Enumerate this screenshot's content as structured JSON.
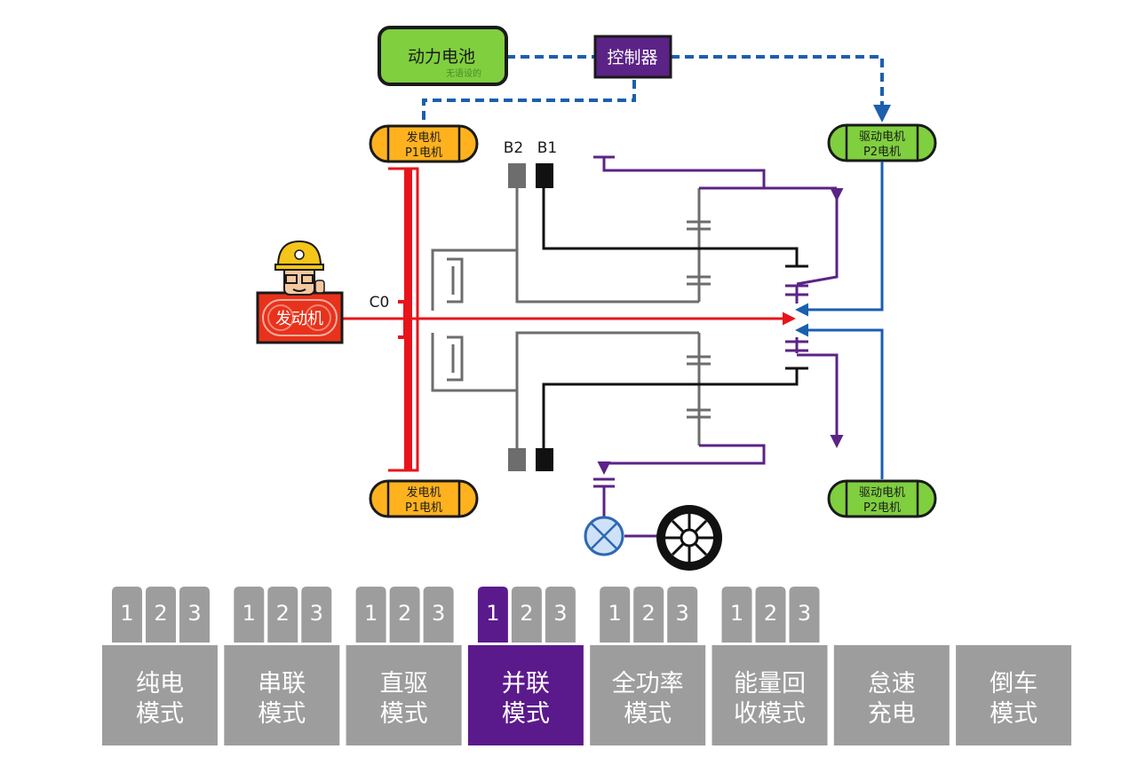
{
  "colors": {
    "engine_shaft": "#e8141b",
    "gray_path": "#6d6d6d",
    "black_path": "#111111",
    "purple_path": "#5b2386",
    "blue_path": "#1b5fae",
    "battery_fill": "#7fcf3f",
    "generator_fill": "#ffb21e",
    "drive_motor_fill": "#7fcf3f",
    "controller_fill": "#5b2386",
    "engine_fill": "#e8321b",
    "tab_inactive": "#9d9d9d",
    "tab_active": "#5b1a8b",
    "tab_text": "#ffffff"
  },
  "diagram": {
    "battery": {
      "label": "动力电池",
      "sublabel": "无语设的"
    },
    "controller": {
      "label": "控制器"
    },
    "generator_top": {
      "line1": "发电机",
      "line2": "P1电机"
    },
    "generator_bottom": {
      "line1": "发电机",
      "line2": "P1电机"
    },
    "drive_motor_top": {
      "line1": "驱动电机",
      "line2": "P2电机"
    },
    "drive_motor_bottom": {
      "line1": "驱动电机",
      "line2": "P2电机"
    },
    "engine": {
      "label": "发动机"
    },
    "clutch_label": "C0",
    "brake_b2_label": "B2",
    "brake_b1_label": "B1",
    "mascot_icon": "hardhat-worker-icon",
    "wheel_icon": "wheel-icon",
    "differential_icon": "differential-icon"
  },
  "modes": [
    {
      "label_line1": "纯电",
      "label_line2": "模式",
      "active": false,
      "subs": [
        {
          "label": "1",
          "active": false
        },
        {
          "label": "2",
          "active": false
        },
        {
          "label": "3",
          "active": false
        }
      ]
    },
    {
      "label_line1": "串联",
      "label_line2": "模式",
      "active": false,
      "subs": [
        {
          "label": "1",
          "active": false
        },
        {
          "label": "2",
          "active": false
        },
        {
          "label": "3",
          "active": false
        }
      ]
    },
    {
      "label_line1": "直驱",
      "label_line2": "模式",
      "active": false,
      "subs": [
        {
          "label": "1",
          "active": false
        },
        {
          "label": "2",
          "active": false
        },
        {
          "label": "3",
          "active": false
        }
      ]
    },
    {
      "label_line1": "并联",
      "label_line2": "模式",
      "active": true,
      "subs": [
        {
          "label": "1",
          "active": true
        },
        {
          "label": "2",
          "active": false
        },
        {
          "label": "3",
          "active": false
        }
      ]
    },
    {
      "label_line1": "全功率",
      "label_line2": "模式",
      "active": false,
      "subs": [
        {
          "label": "1",
          "active": false
        },
        {
          "label": "2",
          "active": false
        },
        {
          "label": "3",
          "active": false
        }
      ]
    },
    {
      "label_line1": "能量回",
      "label_line2": "收模式",
      "active": false,
      "subs": [
        {
          "label": "1",
          "active": false
        },
        {
          "label": "2",
          "active": false
        },
        {
          "label": "3",
          "active": false
        }
      ]
    },
    {
      "label_line1": "怠速",
      "label_line2": "充电",
      "active": false,
      "subs": []
    },
    {
      "label_line1": "倒车",
      "label_line2": "模式",
      "active": false,
      "subs": []
    }
  ]
}
